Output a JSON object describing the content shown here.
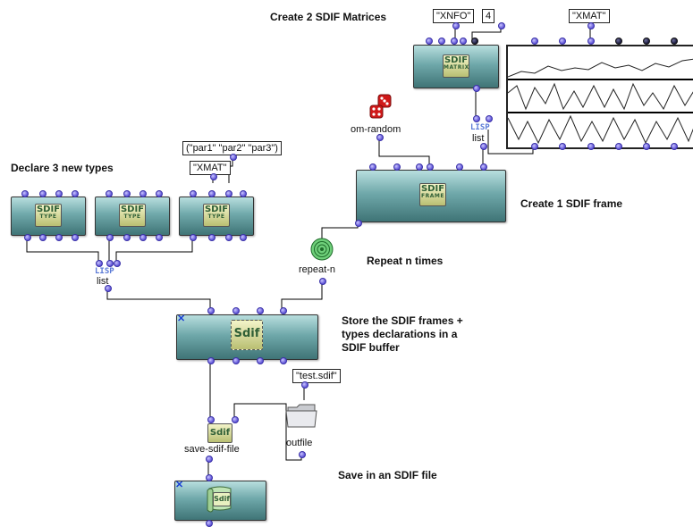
{
  "colors": {
    "box_top": "#b8dede",
    "box_bottom": "#3f7476",
    "inlet": "#5d52d6",
    "wire": "#000000",
    "dice": "#d01818",
    "repeat": "#2e8b3a"
  },
  "titles": {
    "create_matrices": "Create 2 SDIF Matrices",
    "declare_types": "Declare 3 new types",
    "create_frame": "Create 1 SDIF frame",
    "repeat": "Repeat n times",
    "store_line1": "Store the SDIF frames +",
    "store_line2": "types declarations in a",
    "store_line3": "SDIF buffer",
    "save": "Save in an SDIF file"
  },
  "values": {
    "xnfo": "\"XNFO\"",
    "four": "4",
    "xmat_top": "\"XMAT\"",
    "params": "(\"par1\" \"par2\" \"par3\")",
    "xmat_decl": "\"XMAT\"",
    "filename": "\"test.sdif\""
  },
  "labels": {
    "om_random": "om-random",
    "lisp": "LISP",
    "list": "list",
    "repeat_n": "repeat-n",
    "save_sdif_file": "save-sdif-file",
    "outfile": "outfile"
  },
  "icons": {
    "sdif": "SDIF",
    "type": "TYPE",
    "frame": "FRAME",
    "matrix": "MATRIX",
    "sdif_script": "Sdif",
    "close": "✕"
  }
}
